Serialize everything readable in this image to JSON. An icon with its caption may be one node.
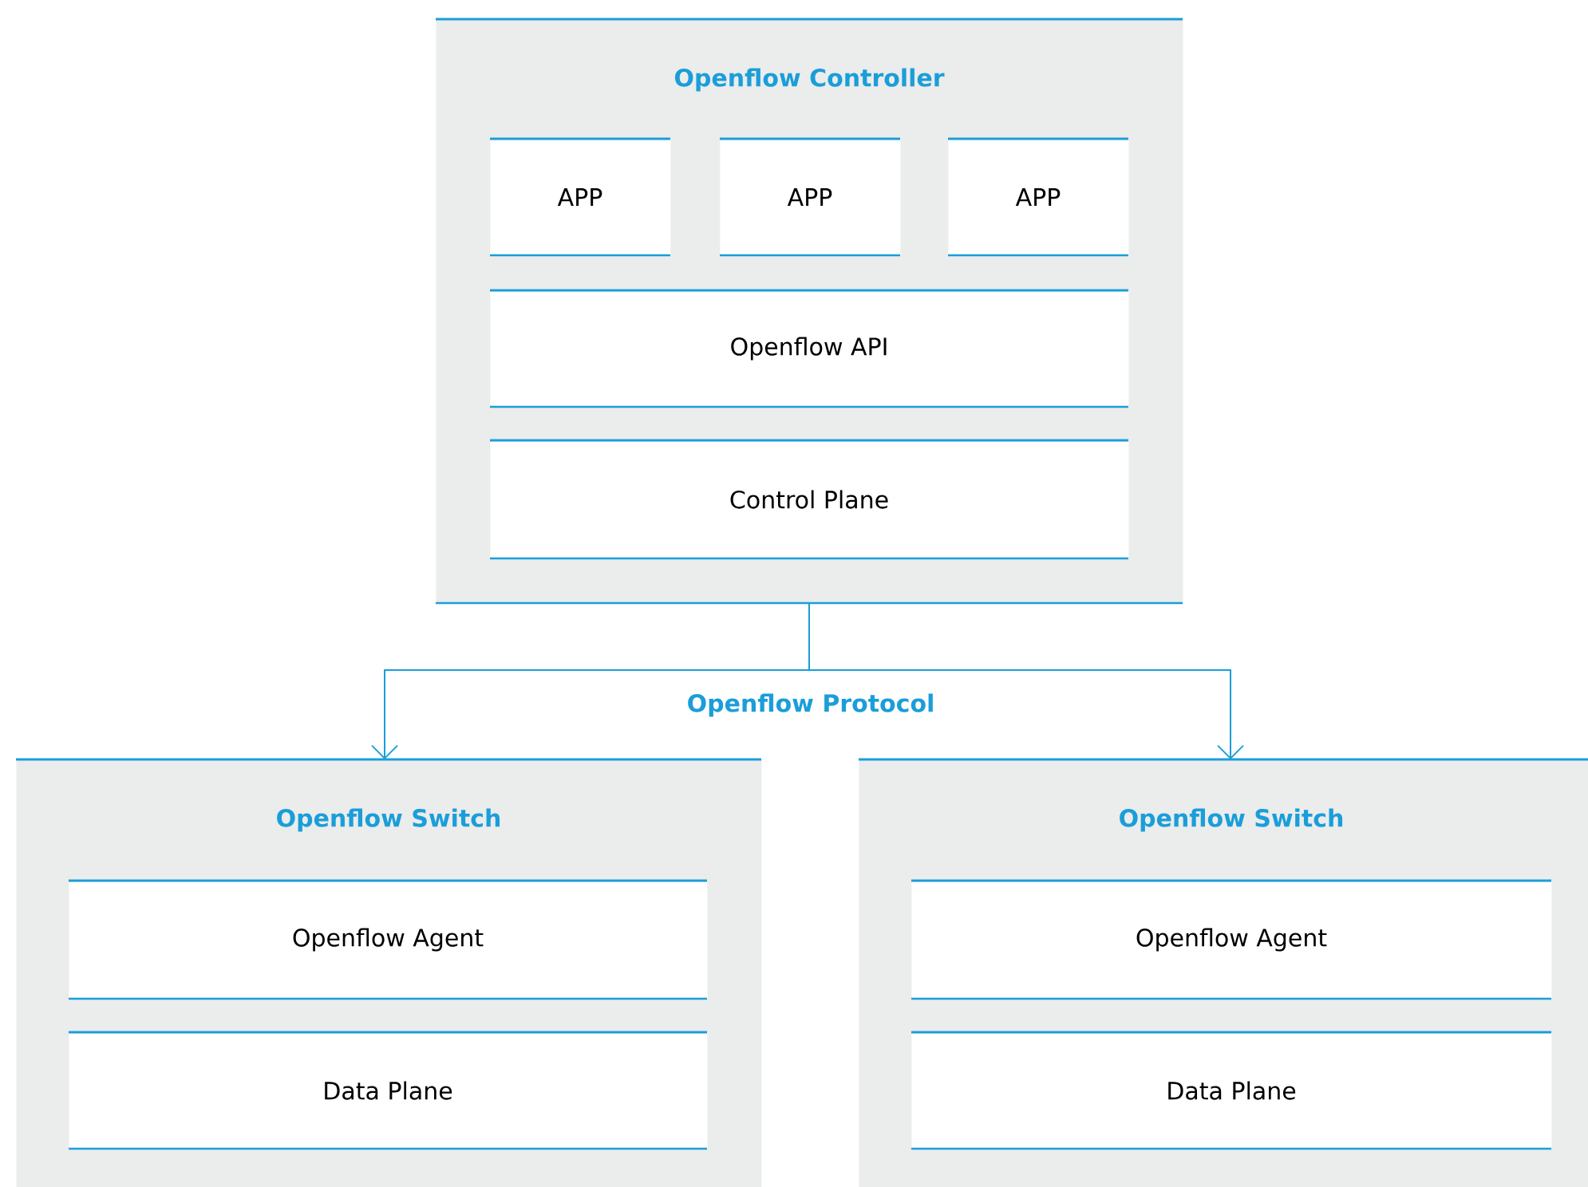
{
  "diagram": {
    "nodes": [
      {
        "text": [
          "Openflow Controller"
        ]
      },
      {
        "text": [
          "APP"
        ],
        "in": 0
      },
      {
        "text": [
          "APP"
        ],
        "in": 0
      },
      {
        "text": [
          "APP"
        ],
        "in": 0
      },
      {
        "text": [
          "Openflow API"
        ],
        "in": 0
      },
      {
        "text": [
          "Control Plane"
        ],
        "in": 0
      },
      {
        "text": [
          "Openflow Switch"
        ]
      },
      {
        "text": [
          "Openflow Agent"
        ],
        "in": 6
      },
      {
        "text": [
          "Data Plane"
        ],
        "in": 6
      },
      {
        "text": [
          "Openflow Switch"
        ]
      },
      {
        "text": [
          "Openflow Agent"
        ],
        "in": 9
      },
      {
        "text": [
          "Data Plane"
        ],
        "in": 9
      }
    ],
    "edges": [
      {
        "from": 0,
        "to": 6,
        "arrow": "to",
        "label": "Openflow Protocol"
      },
      {
        "from": 0,
        "to": 9,
        "arrow": "to"
      }
    ]
  }
}
